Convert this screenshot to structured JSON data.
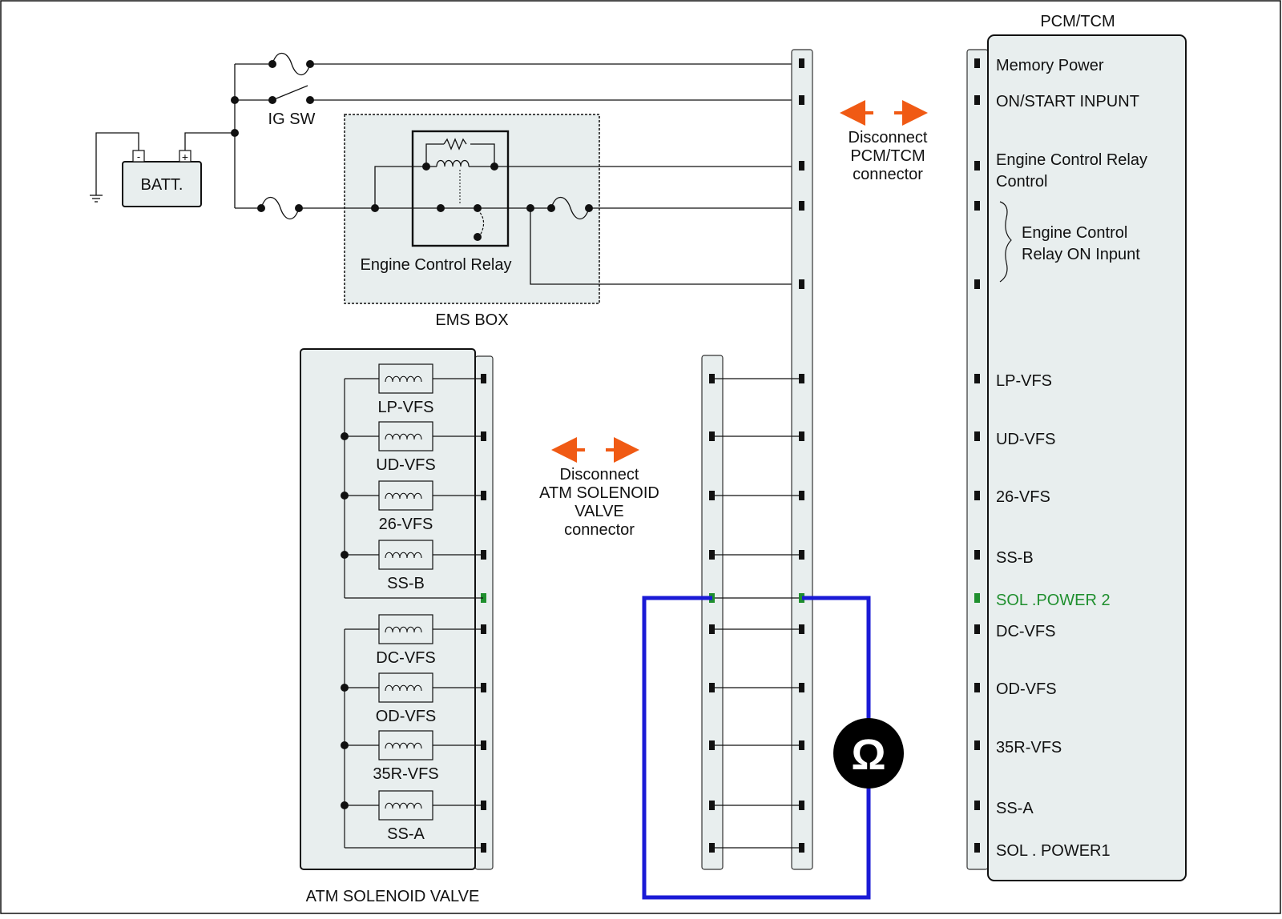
{
  "pcm": {
    "title": "PCM/TCM",
    "pins": [
      {
        "label": "Memory Power"
      },
      {
        "label": "ON/START  INPUNT"
      },
      {
        "label": "Engine Control Relay"
      },
      {
        "label": "Control"
      },
      {
        "label": "Engine Control"
      },
      {
        "label": "Relay ON Inpunt"
      },
      {
        "label": "LP-VFS"
      },
      {
        "label": "UD-VFS"
      },
      {
        "label": "26-VFS"
      },
      {
        "label": "SS-B"
      },
      {
        "label": "SOL .POWER 2",
        "highlight": true
      },
      {
        "label": "DC-VFS"
      },
      {
        "label": "OD-VFS"
      },
      {
        "label": "35R-VFS"
      },
      {
        "label": "SS-A"
      },
      {
        "label": "SOL . POWER1"
      }
    ]
  },
  "power": {
    "battery": "BATT.",
    "minus": "-",
    "plus": "+",
    "ig_switch": "IG SW"
  },
  "ems": {
    "box_label": "EMS BOX",
    "relay_label": "Engine Control Relay"
  },
  "solenoid": {
    "title": "ATM SOLENOID VALVE",
    "valves": [
      "LP-VFS",
      "UD-VFS",
      "26-VFS",
      "SS-B",
      "DC-VFS",
      "OD-VFS",
      "35R-VFS",
      "SS-A"
    ]
  },
  "notes": {
    "pcm_disconnect": [
      "Disconnect",
      "PCM/TCM",
      "connector"
    ],
    "atm_disconnect": [
      "Disconnect",
      "ATM SOLENOID",
      "VALVE",
      "connector"
    ]
  },
  "meter": {
    "symbol": "Ω"
  },
  "colors": {
    "arrow": "#f05a14",
    "measure_wire": "#1a1ad6",
    "highlight_pin": "#1f8f2e"
  }
}
